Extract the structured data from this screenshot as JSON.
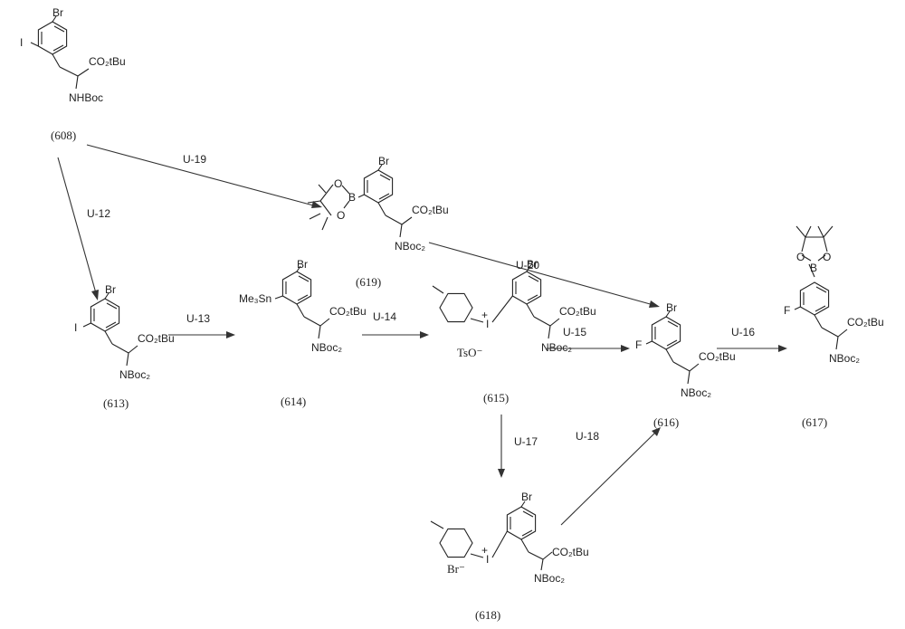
{
  "compounds": {
    "c608": "(608)",
    "c613": "(613)",
    "c614": "(614)",
    "c615": "(615)",
    "c616": "(616)",
    "c617": "(617)",
    "c618": "(618)",
    "c619": "(619)"
  },
  "steps": {
    "U12": "U-12",
    "U13": "U-13",
    "U14": "U-14",
    "U15": "U-15",
    "U16": "U-16",
    "U17": "U-17",
    "U18": "U-18",
    "U19": "U-19",
    "U20": "U-20"
  },
  "atoms": {
    "Br": "Br",
    "I": "I",
    "F": "F",
    "B": "B",
    "O": "O",
    "CO2tBu": "CO₂tBu",
    "NHBoc": "NHBoc",
    "NBoc2": "NBoc₂",
    "Me3Sn": "Me₃Sn",
    "TsO": "TsO⁻",
    "Brminus": "Br⁻",
    "Iplus": "I",
    "plus": "+"
  }
}
